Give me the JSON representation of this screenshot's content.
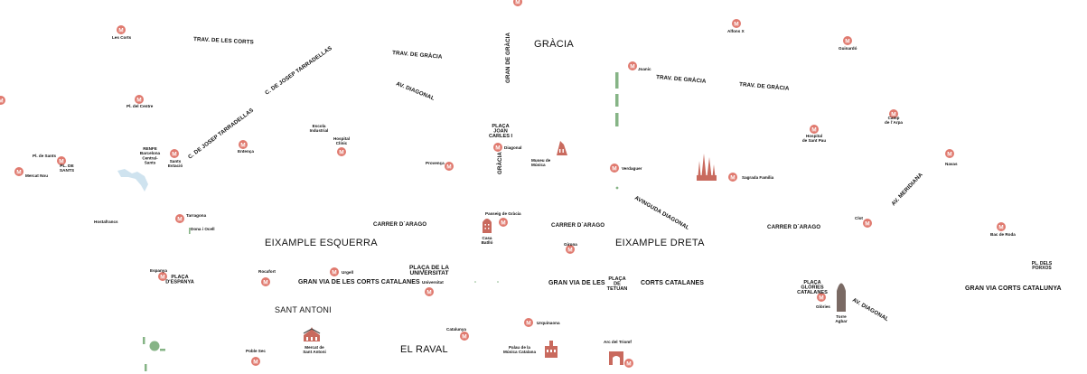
{
  "colors": {
    "metro": "#e07a6f",
    "landmark": "#c96a5e",
    "tower": "#7a6a64",
    "park": "#86b486",
    "water": "#cfe3ef",
    "text": "#111111",
    "background": "#ffffff"
  },
  "metro_symbol": "M",
  "districts": {
    "gracia": "GRÀCIA",
    "eixample_esquerra": "EIXAMPLE ESQUERRA",
    "eixample_dreta": "EIXAMPLE DRETA",
    "sant_antoni": "SANT ANTONI",
    "el_raval": "EL RAVAL"
  },
  "streets": {
    "trav_corts": "TRAV. DE LES CORTS",
    "tarradellas_top": "C. DE JOSEP TARRADELLAS",
    "tarradellas_bottom": "C. DE JOSEP TARRADELLAS",
    "trav_gracia_1": "TRAV. DE GRÀCIA",
    "trav_gracia_2": "TRAV. DE GRÀCIA",
    "trav_gracia_3": "TRAV. DE GRÀCIA",
    "gran_gracia": "GRAN DE GRÀCIA",
    "gracia_vertical": "GRÀCIA",
    "diagonal_top": "AV. DIAGONAL",
    "avinguda_diagonal": "AVINGUDA   DIAGONAL",
    "diagonal_bottom": "AV. DIAGONAL",
    "meridiana": "AV. MERIDIANA",
    "arago_1": "CARRER  D´ARAGO",
    "arago_2": "CARRER  D´ARAGO",
    "arago_3": "CARRER  D´ARAGO",
    "gran_via_1": "GRAN VIA DE LES CORTS CATALANES",
    "gran_via_2": "GRAN VIA DE LES",
    "corts_catalanes": "CORTS CATALANES",
    "gran_via_3": "GRAN   VIA   CORTS   CATALUNYA"
  },
  "places": {
    "placa_joan_carles": [
      "PLAÇA",
      "JOAN",
      "CARLES I"
    ],
    "placa_universitat": [
      "PLAÇA DE LA",
      "UNIVERSITAT"
    ],
    "placa_tetuan": [
      "PLAÇA",
      "DE",
      "TETUAN"
    ],
    "placa_glories": [
      "PLAÇA",
      "GLÒRIES",
      "CATALANES"
    ],
    "placa_espanya": [
      "PLAÇA",
      "D'ESPANYA"
    ],
    "pl_dels_porxos": [
      "PL. DELS",
      "PORXOS"
    ],
    "pl_de_sants": [
      "PL. DE",
      "SANTS"
    ]
  },
  "stations": {
    "top_cut": [],
    "les_corts": [
      "Les Corts"
    ],
    "alfons_x": [
      "Alfons X"
    ],
    "guinardo": [
      "Guinardó"
    ],
    "joanic": [
      "Joanic"
    ],
    "pl_centre": [
      "Pl. del Centre"
    ],
    "hospital_clinic": [
      "Hospital",
      "Clínic"
    ],
    "entenca": [
      "Entença"
    ],
    "diagonal": [
      "Diagonal"
    ],
    "hospital_sant_pau": [
      "Hospital",
      "de Sant Pau"
    ],
    "camp_arpa": [
      "Camp",
      "de l´Arpa"
    ],
    "pl_sants": [
      "Pl. de Sants"
    ],
    "mercat_nou": [
      "Mercat Nou"
    ],
    "sants_estacio": [
      "Sants",
      "Estació"
    ],
    "provenca": [
      "Provença"
    ],
    "verdaguer": [
      "Verdaguer"
    ],
    "sagrada_familia": [
      "Sagrada Família"
    ],
    "navas": [
      "Navas"
    ],
    "tarragona": [
      "Tarragona"
    ],
    "passeig_gracia": [
      "Passeig de Gràcia"
    ],
    "clot": [
      "Clot"
    ],
    "girona": [
      "Girona"
    ],
    "bac_roda": [
      "Bac de Roda"
    ],
    "espanya": [
      "Espanya"
    ],
    "rocafort": [
      "Rocafort"
    ],
    "urgell": [
      "Urgell"
    ],
    "universitat": [
      "Universitat"
    ],
    "glories": [
      "Glòries"
    ],
    "urquinaona": [
      "Urquinaona"
    ],
    "catalunya": [
      "Catalunya"
    ],
    "poble_sec": [
      "Poble Sec"
    ],
    "arc_triomf": [
      "Arc del Triomf"
    ],
    "left_cut": []
  },
  "labels": {
    "hostafrancs": "Hostafrancs",
    "renfe": [
      "RENFE",
      "Barcelona",
      "Central-",
      "Sants"
    ],
    "escola_industrial": [
      "Escola",
      "Industrial"
    ],
    "museu_musica": [
      "Museu de",
      "Música"
    ],
    "casa_batllo": [
      "Casa",
      "Batlló"
    ],
    "joan_miro": "Dona i Ocell",
    "torre_agbar": [
      "Torre",
      "Agbar"
    ],
    "mercat_sant_antoni": [
      "Mercat de",
      "Sant Antoni"
    ],
    "palau_musica": [
      "Palau de la",
      "Música Catalana"
    ]
  },
  "icons": {
    "metro": "metro-icon",
    "sagrada_familia": "sagrada-familia-icon",
    "torre_agbar": "torre-agbar-icon",
    "casa_batllo": "casa-batllo-icon",
    "museu_musica": "museu-musica-icon",
    "mercat_sant_antoni": "market-icon",
    "palau_musica": "palau-musica-icon",
    "arc_triomf": "arc-triomf-icon",
    "park": "park-icon",
    "lake": "lake-icon"
  }
}
